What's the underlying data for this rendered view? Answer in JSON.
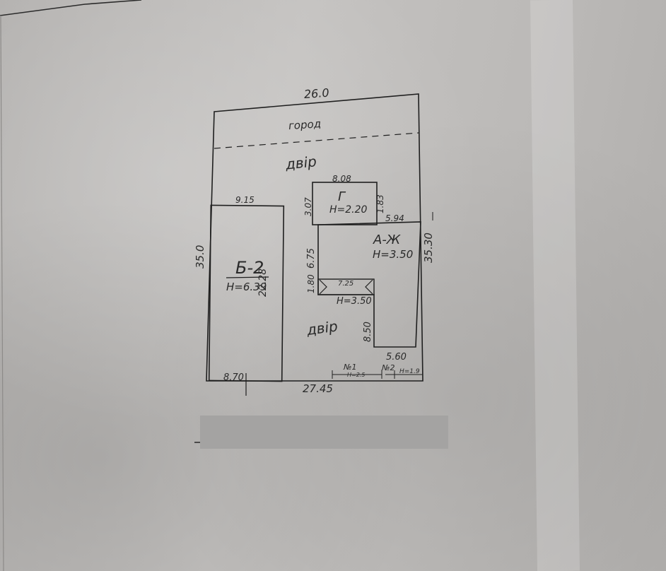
{
  "plot": {
    "top_width": "26.0",
    "bottom_width": "27.45",
    "left_depth": "35.0",
    "right_depth": "35.30",
    "garden_label": "город",
    "yard_top_label": "двір",
    "yard_bottom_label": "двір"
  },
  "building_b": {
    "letter": "Б-2",
    "height": "Н=6.39",
    "top_dim": "9.15",
    "side_dim": "22.28",
    "bottom_dim": "8.70"
  },
  "building_g": {
    "letter": "Г",
    "height": "Н=2.20",
    "top_dim": "8.08",
    "left_dim": "3.07",
    "right_dim": "1.83"
  },
  "building_a": {
    "letter": "А-Ж",
    "height": "Н=3.50",
    "top_dim": "5.94",
    "left_dim": "6.75",
    "bottom_dim": "5.60",
    "inner_dim": "8.50"
  },
  "porch": {
    "width_dim": "7.25",
    "depth_dim": "1.80",
    "height": "Н=3.50"
  },
  "fences": {
    "fence1": "№1",
    "fence2": "№2",
    "fence1_sub": "Н=2.5",
    "fence2_sub": "Н=1.9"
  }
}
